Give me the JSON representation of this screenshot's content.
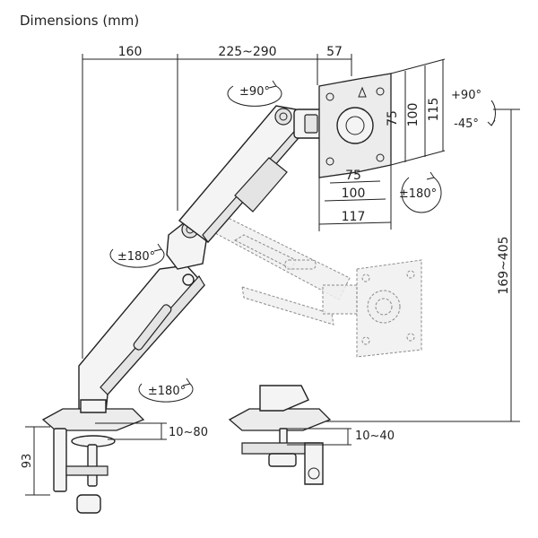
{
  "title": "Dimensions (mm)",
  "dimensions": {
    "base_to_pole": "160",
    "arm_reach": "225~290",
    "head_offset": "57",
    "vesa_75_h": "75",
    "vesa_100_h": "100",
    "plate_height": "115",
    "vesa_75_w": "75",
    "vesa_100_w": "100",
    "plate_width": "117",
    "height_range": "169~405",
    "clamp_range": "10~80",
    "grommet_range": "10~40",
    "clamp_height": "93"
  },
  "rotations": {
    "arm_top": "±90°",
    "tilt_up": "+90°",
    "tilt_down": "-45°",
    "head_swivel": "±180°",
    "elbow_swivel": "±180°",
    "base_swivel": "±180°"
  }
}
